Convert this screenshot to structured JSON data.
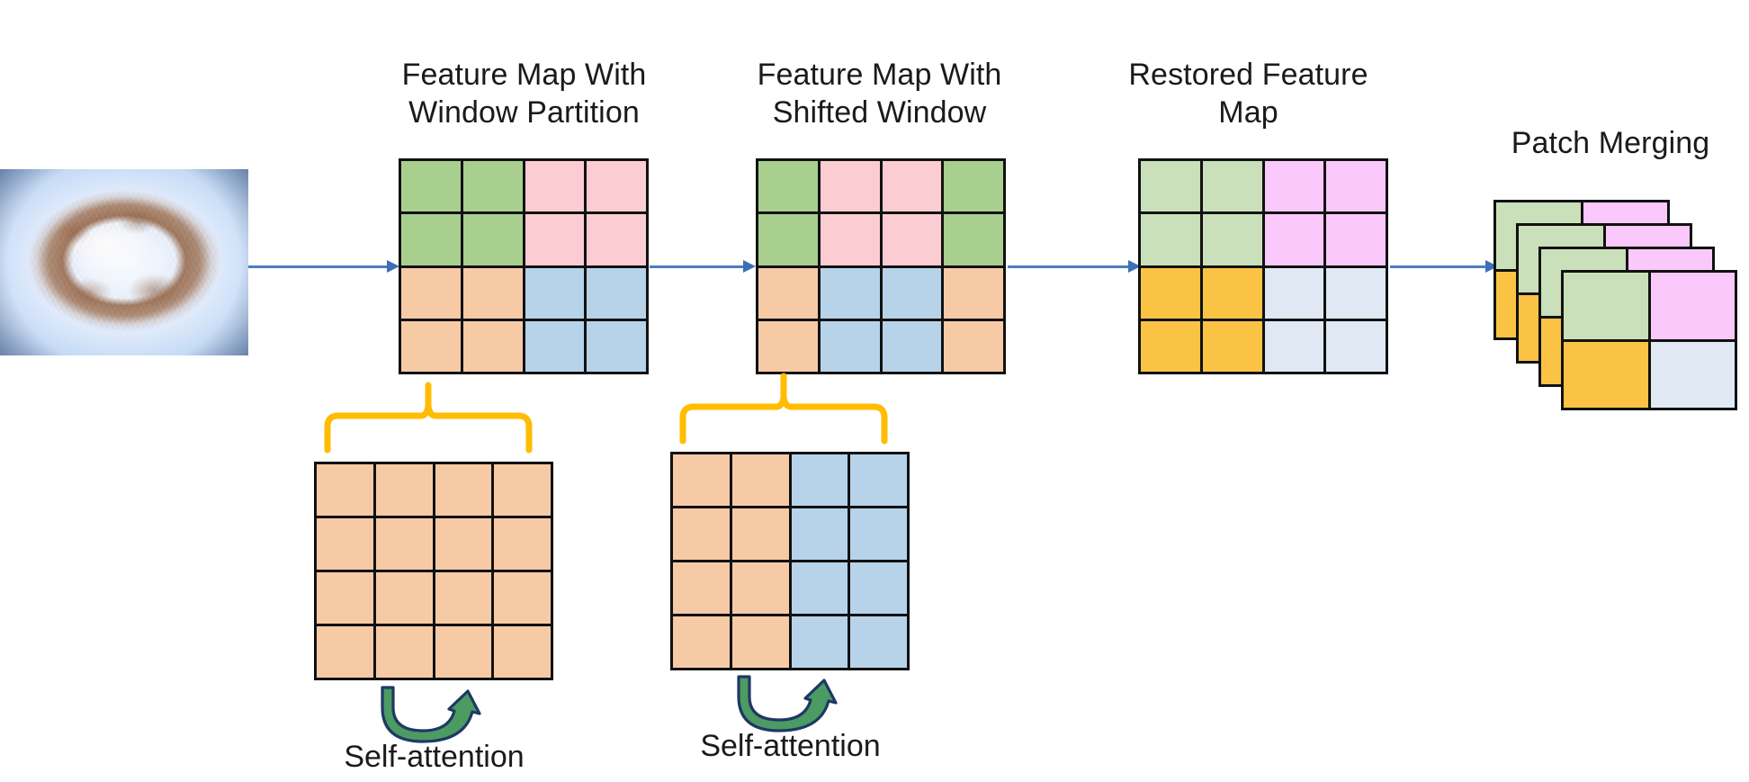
{
  "diagram": {
    "title_stage1": "Feature Map With\nWindow Partition",
    "title_stage2": "Feature Map With\nShifted Window",
    "title_stage3": "Restored Feature\nMap",
    "title_stage4": "Patch Merging",
    "self_attention_label_1": "Self-attention",
    "self_attention_label_2": "Self-attention"
  },
  "palette": {
    "green": "#a9cf8f",
    "pink": "#fbcdd2",
    "peach": "#f7caa6",
    "blue": "#b6d3ea",
    "light_green": "#c9e0ba",
    "magenta": "#fbc8fc",
    "amber": "#fbc344",
    "pale_blue": "#dfe8f3",
    "stroke": "#111111",
    "arrow_blue": "#4a7ebc",
    "brace_yellow": "#ffbc00",
    "attention_green": "#4b9b63",
    "attention_outline": "#1f3864",
    "text": "#1a1a1a",
    "background": "#ffffff"
  },
  "grids": {
    "window_partition": {
      "rows": 4,
      "cols": 4,
      "cells": [
        [
          "green",
          "green",
          "pink",
          "pink"
        ],
        [
          "green",
          "green",
          "pink",
          "pink"
        ],
        [
          "peach",
          "peach",
          "blue",
          "blue"
        ],
        [
          "peach",
          "peach",
          "blue",
          "blue"
        ]
      ]
    },
    "shifted_window": {
      "rows": 4,
      "cols": 4,
      "cells": [
        [
          "green",
          "pink",
          "pink",
          "green"
        ],
        [
          "green",
          "pink",
          "pink",
          "green"
        ],
        [
          "peach",
          "blue",
          "blue",
          "peach"
        ],
        [
          "peach",
          "blue",
          "blue",
          "peach"
        ]
      ]
    },
    "restored_feature_map": {
      "rows": 4,
      "cols": 4,
      "cells": [
        [
          "light_green",
          "light_green",
          "magenta",
          "magenta"
        ],
        [
          "light_green",
          "light_green",
          "magenta",
          "magenta"
        ],
        [
          "amber",
          "amber",
          "pale_blue",
          "pale_blue"
        ],
        [
          "amber",
          "amber",
          "pale_blue",
          "pale_blue"
        ]
      ]
    },
    "attention_window_1": {
      "rows": 4,
      "cols": 4,
      "cells": [
        [
          "peach",
          "peach",
          "peach",
          "peach"
        ],
        [
          "peach",
          "peach",
          "peach",
          "peach"
        ],
        [
          "peach",
          "peach",
          "peach",
          "peach"
        ],
        [
          "peach",
          "peach",
          "peach",
          "peach"
        ]
      ]
    },
    "attention_window_2": {
      "rows": 4,
      "cols": 4,
      "cells": [
        [
          "peach",
          "peach",
          "blue",
          "blue"
        ],
        [
          "peach",
          "peach",
          "blue",
          "blue"
        ],
        [
          "peach",
          "peach",
          "blue",
          "blue"
        ],
        [
          "peach",
          "peach",
          "blue",
          "blue"
        ]
      ]
    },
    "patch_merging_card": {
      "rows": 2,
      "cols": 2,
      "cells": [
        [
          "light_green",
          "magenta"
        ],
        [
          "amber",
          "pale_blue"
        ]
      ],
      "stack_count": 4
    }
  },
  "input_image": {
    "name": "dermoscopy-skin-lesion-photo"
  }
}
